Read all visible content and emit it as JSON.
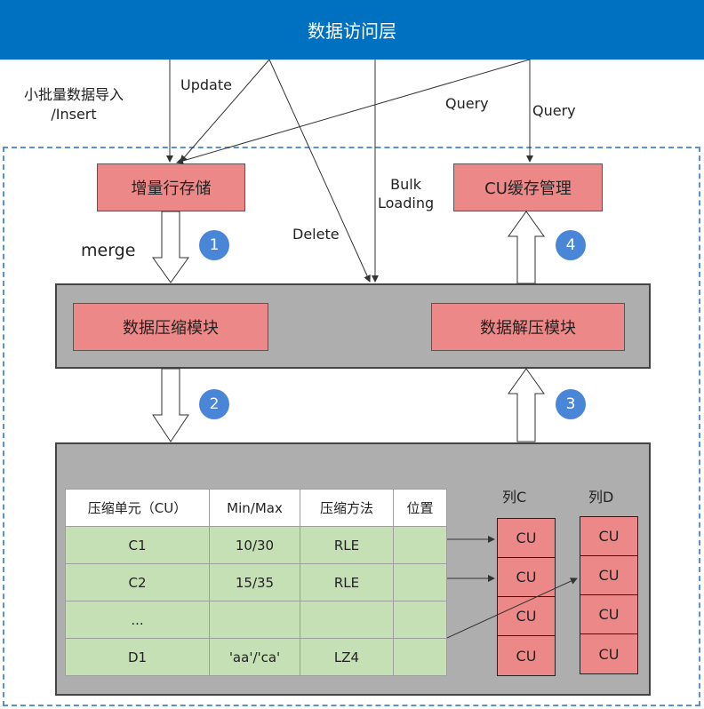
{
  "header": {
    "title": "数据访问层"
  },
  "edge_labels": {
    "insert": "小批量数据导入\n/Insert",
    "insert_line1": "小批量数据导入",
    "insert_line2": "/Insert",
    "update": "Update",
    "query_1": "Query",
    "query_2": "Query",
    "bulk_line1": "Bulk",
    "bulk_line2": "Loading",
    "delete": "Delete",
    "merge": "merge"
  },
  "boxes": {
    "delta_row_store": "增量行存储",
    "cu_cache": "CU缓存管理",
    "compress_module": "数据压缩模块",
    "decompress_module": "数据解压模块"
  },
  "steps": [
    "1",
    "2",
    "3",
    "4"
  ],
  "cu_table": {
    "headers": [
      "压缩单元（CU）",
      "Min/Max",
      "压缩方法",
      "位置"
    ],
    "rows": [
      [
        "C1",
        "10/30",
        "RLE",
        ""
      ],
      [
        "C2",
        "15/35",
        "RLE",
        ""
      ],
      [
        "...",
        "",
        "",
        ""
      ],
      [
        "D1",
        "'aa'/'ca'",
        "LZ4",
        ""
      ]
    ]
  },
  "columns": [
    {
      "label": "列C",
      "cells": [
        "CU",
        "CU",
        "CU",
        "CU"
      ]
    },
    {
      "label": "列D",
      "cells": [
        "CU",
        "CU",
        "CU",
        "CU"
      ]
    }
  ],
  "colors": {
    "header_bg": "#0070c0",
    "box_pink": "#ec8888",
    "module_gray": "#aeaeae",
    "table_green": "#c5e0b4",
    "badge_blue": "#4a86d8",
    "dashed_border": "#5b8fd6"
  }
}
